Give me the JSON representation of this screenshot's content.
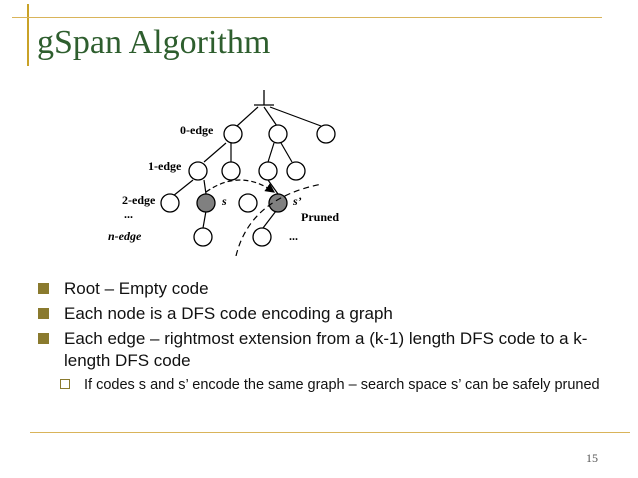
{
  "slide": {
    "title": "gSpan Algorithm",
    "page_number": "15"
  },
  "diagram": {
    "root_symbol": "⊥",
    "level_labels": [
      "0-edge",
      "1-edge",
      "2-edge",
      "...",
      "n-edge"
    ],
    "node_label_s": "s",
    "node_label_s_prime": "s’",
    "pruned_label": "Pruned",
    "ellipsis": "..."
  },
  "bullets": [
    {
      "text": "Root – Empty code"
    },
    {
      "text": "Each node is a DFS code encoding a graph"
    },
    {
      "text": "Each edge – rightmost extension from a (k-1) length DFS code to a k-length DFS code"
    }
  ],
  "sub_bullets": [
    {
      "text": "If codes s and s’ encode the same graph – search space s’ can be safely pruned"
    }
  ],
  "colors": {
    "title": "#2e5e2e",
    "accent": "#c9a227",
    "bullet_marker": "#8a7a2e",
    "shaded_node": "#808080"
  }
}
